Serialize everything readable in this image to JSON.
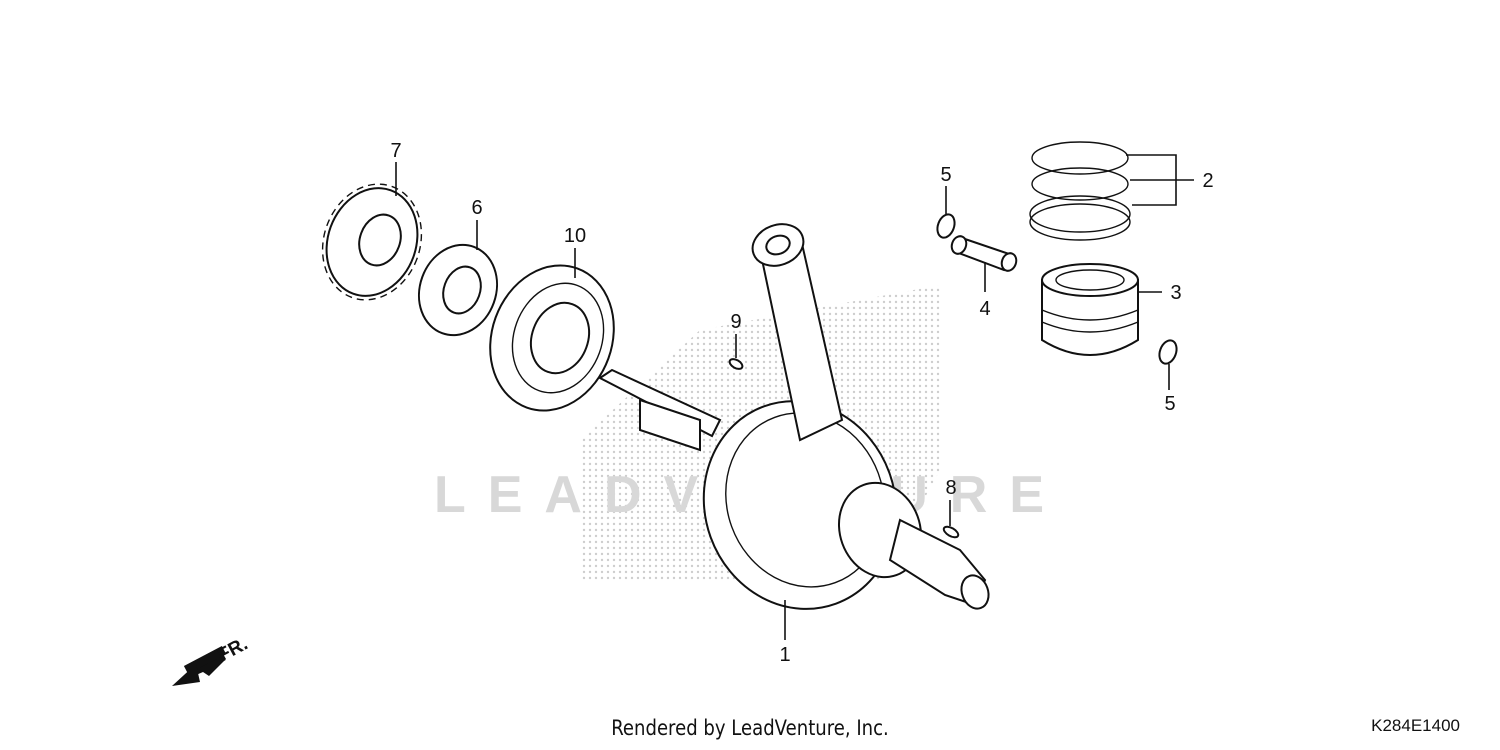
{
  "diagram": {
    "callouts": [
      {
        "id": "callout-1",
        "label": "1"
      },
      {
        "id": "callout-2",
        "label": "2"
      },
      {
        "id": "callout-3",
        "label": "3"
      },
      {
        "id": "callout-4",
        "label": "4"
      },
      {
        "id": "callout-5a",
        "label": "5"
      },
      {
        "id": "callout-5b",
        "label": "5"
      },
      {
        "id": "callout-6",
        "label": "6"
      },
      {
        "id": "callout-7",
        "label": "7"
      },
      {
        "id": "callout-8",
        "label": "8"
      },
      {
        "id": "callout-9",
        "label": "9"
      },
      {
        "id": "callout-10",
        "label": "10"
      }
    ],
    "front_arrow_label": "FR.",
    "watermark_text": "LEADVENTURE"
  },
  "footer": {
    "rendered_by": "Rendered by LeadVenture, Inc.",
    "diagram_code": "K284E1400"
  }
}
